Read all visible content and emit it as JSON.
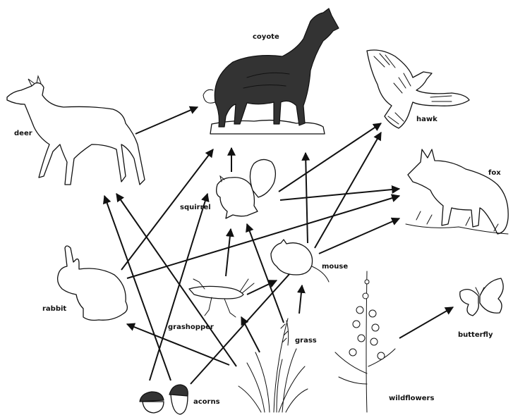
{
  "organisms": {
    "coyote": "coyote",
    "hawk": "hawk",
    "deer": "deer",
    "fox": "fox",
    "squirrel": "squirrel",
    "mouse": "mouse",
    "rabbit": "rabbit",
    "grasshopper": "grashopper",
    "grass": "grass",
    "butterfly": "butterfly",
    "acorns": "acorns",
    "wildflowers": "wildflowers"
  },
  "links": [
    [
      "deer",
      "coyote"
    ],
    [
      "squirrel",
      "coyote"
    ],
    [
      "squirrel",
      "hawk"
    ],
    [
      "squirrel",
      "fox"
    ],
    [
      "mouse",
      "coyote"
    ],
    [
      "mouse",
      "hawk"
    ],
    [
      "mouse",
      "fox"
    ],
    [
      "rabbit",
      "coyote"
    ],
    [
      "rabbit",
      "fox"
    ],
    [
      "grasshopper",
      "squirrel"
    ],
    [
      "grasshopper",
      "mouse"
    ],
    [
      "acorns",
      "deer"
    ],
    [
      "acorns",
      "squirrel"
    ],
    [
      "acorns",
      "mouse"
    ],
    [
      "grass",
      "deer"
    ],
    [
      "grass",
      "rabbit"
    ],
    [
      "grass",
      "squirrel"
    ],
    [
      "grass",
      "grasshopper"
    ],
    [
      "grass",
      "mouse"
    ],
    [
      "wildflowers",
      "butterfly"
    ]
  ]
}
